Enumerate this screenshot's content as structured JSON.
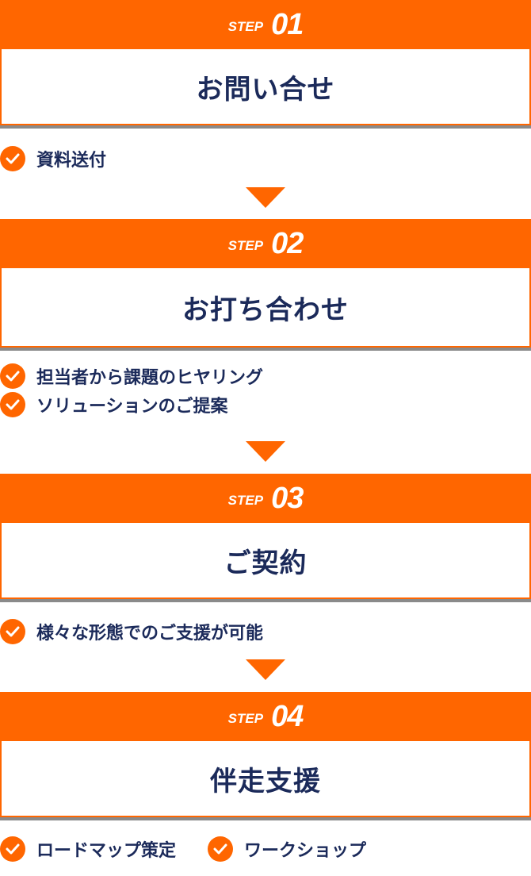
{
  "colors": {
    "accent": "#ff6600",
    "text": "#1b2a5a"
  },
  "steps": [
    {
      "label": "STEP",
      "number": "01",
      "title": "お問い合せ",
      "items": [
        "資料送付"
      ]
    },
    {
      "label": "STEP",
      "number": "02",
      "title": "お打ち合わせ",
      "items": [
        "担当者から課題のヒヤリング",
        "ソリューションのご提案"
      ]
    },
    {
      "label": "STEP",
      "number": "03",
      "title": "ご契約",
      "items": [
        "様々な形態でのご支援が可能"
      ]
    },
    {
      "label": "STEP",
      "number": "04",
      "title": "伴走支援",
      "items": [
        "ロードマップ策定",
        "ワークショップ"
      ]
    }
  ],
  "icons": {
    "check": "check-circle-icon",
    "arrow": "arrow-down-triangle-icon"
  }
}
